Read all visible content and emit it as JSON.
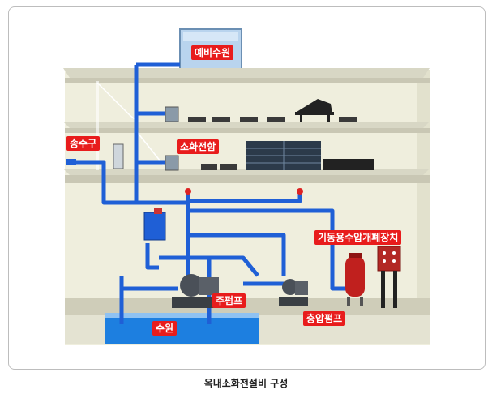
{
  "diagram": {
    "labels": {
      "reserve_tank": "예비수원",
      "siamese": "송수구",
      "hydrant_box": "소화전함",
      "starter_panel": "기동용수압개폐장치",
      "main_pump": "주펌프",
      "jockey_pump": "충압펌프",
      "water_tank": "수원"
    },
    "caption": "옥내소화전설비 구성"
  },
  "colors": {
    "pipe": "#1f5fd6",
    "label_bg": "#e81c1c",
    "wall": "#eeeedc",
    "floor_slab": "#c9c7b4"
  }
}
